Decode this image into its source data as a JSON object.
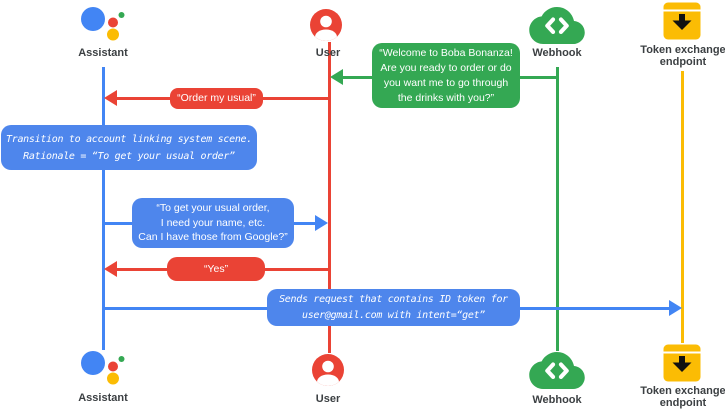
{
  "colors": {
    "blue": "#4285f4",
    "blue_box": "#4e86ec",
    "red": "#ea4335",
    "green": "#34a853",
    "yellow": "#fbbc04",
    "label_text": "#3c4043",
    "background": "#ffffff"
  },
  "actors": {
    "assistant": {
      "label": "Assistant",
      "icon": "google-assistant-icon"
    },
    "user": {
      "label": "User",
      "icon": "person-icon"
    },
    "webhook": {
      "label": "Webhook",
      "icon": "cloud-code-icon"
    },
    "token_endpoint": {
      "label_line1": "Token exchange",
      "label_line2": "endpoint",
      "icon": "token-box-icon"
    }
  },
  "messages": {
    "welcome": {
      "from": "webhook",
      "to": "user",
      "color": "green",
      "lines": [
        "“Welcome to Boba Bonanza!",
        "Are you ready to order or do",
        "you want me to go through",
        "the drinks with you?”"
      ]
    },
    "order_my_usual": {
      "from": "user",
      "to": "assistant",
      "color": "red",
      "text": "“Order my usual”"
    },
    "transition_note": {
      "on": "assistant",
      "color": "blue",
      "lines": [
        "Transition to account linking system scene.",
        "Rationale = “To get your usual order”"
      ]
    },
    "get_usual_order": {
      "from": "assistant",
      "to": "user",
      "color": "blue",
      "lines": [
        "“To get your usual order,",
        "I need your name, etc.",
        "Can I have those from Google?”"
      ]
    },
    "yes": {
      "from": "user",
      "to": "assistant",
      "color": "red",
      "text": "“Yes”"
    },
    "sends_request": {
      "from": "assistant",
      "to": "token_endpoint",
      "color": "blue",
      "lines": [
        "Sends request that contains ID token for",
        "user@gmail.com with intent=“get”"
      ]
    }
  }
}
